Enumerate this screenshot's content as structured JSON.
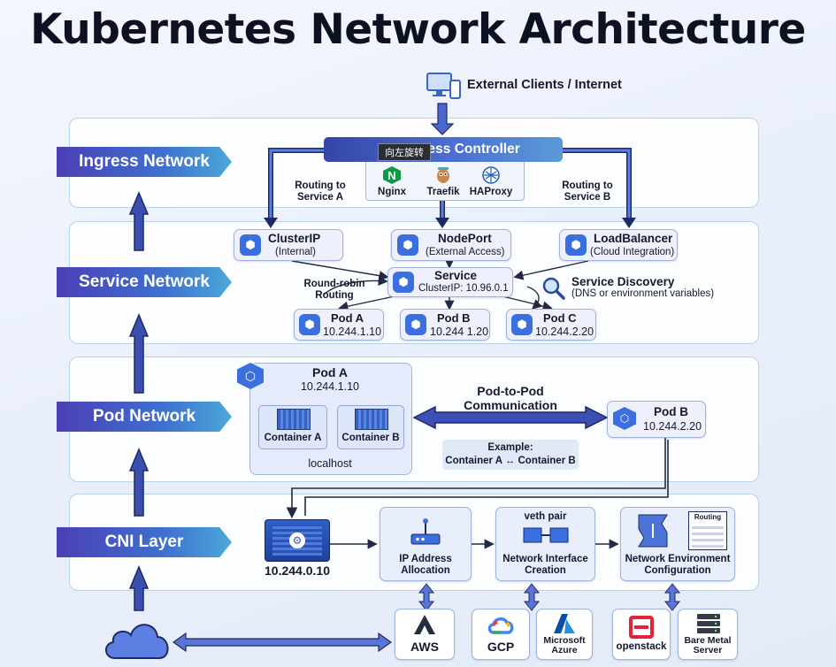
{
  "title": "Kubernetes Network Architecture",
  "external": {
    "label": "External Clients / Internet"
  },
  "layers": {
    "ingress": "Ingress Network",
    "service": "Service Network",
    "pod": "Pod Network",
    "cni": "CNI Layer"
  },
  "ingress": {
    "controller_label": "Ingress Controller",
    "tooltip": "向左旋转",
    "routing_a": "Routing to\nService A",
    "routing_b": "Routing to\nService B",
    "tools": [
      "Nginx",
      "Traefik",
      "HAProxy"
    ]
  },
  "service": {
    "clusterip": {
      "name": "ClusterIP",
      "sub": "(Internal)"
    },
    "nodeport": {
      "name": "NodePort",
      "sub": "(External Access)"
    },
    "loadbalancer": {
      "name": "LoadBalancer",
      "sub": "(Cloud Integration)"
    },
    "core": {
      "name": "Service",
      "ip": "ClusterIP: 10.96.0.1"
    },
    "round_robin": "Round-robin\nRouting",
    "discovery": {
      "title": "Service Discovery",
      "sub": "(DNS or environment variables)"
    },
    "pods": [
      {
        "name": "Pod A",
        "ip": "10.244.1.10"
      },
      {
        "name": "Pod B",
        "ip": "10.244 1.20"
      },
      {
        "name": "Pod C",
        "ip": "10.244.2.20"
      }
    ]
  },
  "pod": {
    "pod_a": {
      "name": "Pod A",
      "ip": "10.244.1.10"
    },
    "container_a": "Container A",
    "container_b": "Container B",
    "localhost": "localhost",
    "p2p": "Pod-to-Pod\nCommunication",
    "example_title": "Example:",
    "example_body": "Container A ↔ Container B",
    "pod_b": {
      "name": "Pod B",
      "ip": "10.244.2.20"
    }
  },
  "cni": {
    "node_ip": "10.244.0.10",
    "steps": [
      "IP Address\nAllocation",
      "Network Interface\nCreation",
      "Network Environment\nConfiguration"
    ],
    "veth": "veth pair",
    "routing": "Routing"
  },
  "providers": [
    {
      "name": "AWS",
      "color": "#232f3e"
    },
    {
      "name": "GCP",
      "color": "#4285f4"
    },
    {
      "name": "Microsoft\nAzure",
      "color": "#0a78d4"
    },
    {
      "name": "openstack",
      "color": "#e4223a"
    },
    {
      "name": "Bare Metal\nServer",
      "color": "#333a48"
    }
  ]
}
